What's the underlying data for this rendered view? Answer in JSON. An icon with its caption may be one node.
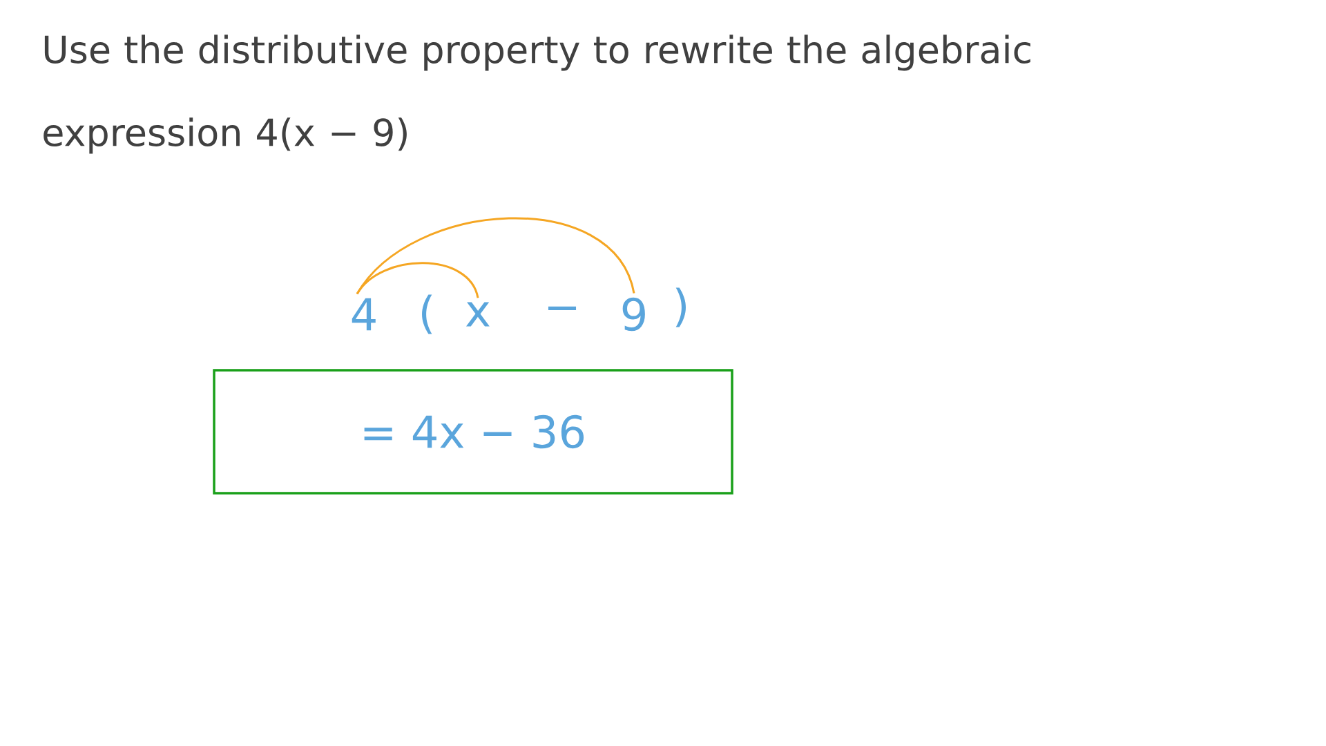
{
  "diagram": {
    "title": "Use the distributive property to rewrite the algebraic expression 4(x − 9)",
    "nodes": [
      {
        "text": [
          "4"
        ]
      },
      {
        "text": [
          "x"
        ]
      },
      {
        "text": [
          "9"
        ]
      },
      {
        "text": [
          "= 4x − 36"
        ]
      }
    ],
    "edges": [
      {
        "from": 0,
        "to": 1,
        "arrow": "none"
      },
      {
        "from": 0,
        "to": 2,
        "arrow": "none"
      }
    ],
    "labels": [
      "(",
      "−",
      ")"
    ]
  }
}
